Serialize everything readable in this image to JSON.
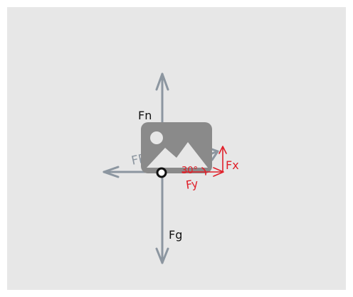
{
  "diagram": {
    "labels": {
      "normal_force": "Fn",
      "gravity_force": "Fg",
      "friction_force": "FRICTION",
      "angle": "30°",
      "x_component": "Fx",
      "y_component": "Fy"
    },
    "icons": {
      "placeholder": "image-placeholder-icon"
    },
    "colors": {
      "background": "#e7e7e7",
      "axis_arrows": "#8c96a0",
      "labels": "#111111",
      "components": "#e0202a",
      "placeholder": "#8a8a8a"
    }
  }
}
